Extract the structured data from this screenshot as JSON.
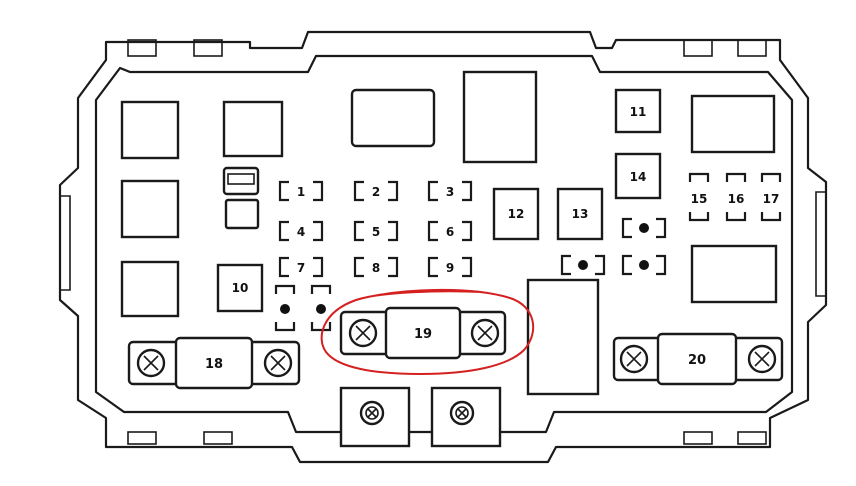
{
  "fuse_box": {
    "mini_fuses": [
      "1",
      "2",
      "3",
      "4",
      "5",
      "6",
      "7",
      "8",
      "9"
    ],
    "small_fuses": [
      "15",
      "16",
      "17"
    ],
    "square_fuses": [
      "10",
      "11",
      "12",
      "13",
      "14"
    ],
    "bolt_fuses": [
      "18",
      "19",
      "20"
    ],
    "highlighted_fuse": "19",
    "highlight_color": "#d42020"
  }
}
